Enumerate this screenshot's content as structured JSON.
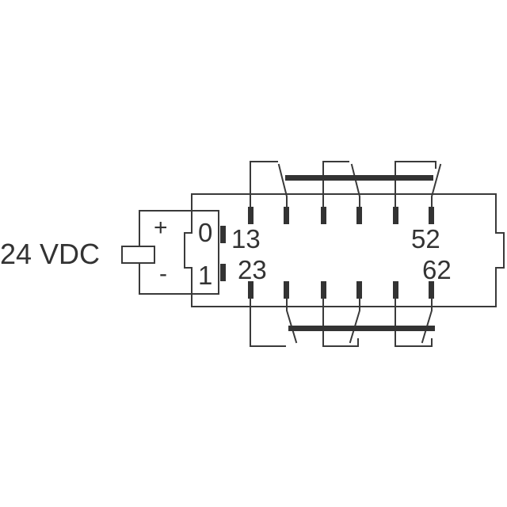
{
  "diagram": {
    "supply_label": "24 VDC",
    "polarity": {
      "plus": "+",
      "minus": "-"
    },
    "positions": {
      "off": "0",
      "on": "1"
    },
    "terminals": {
      "t13": "13",
      "t23": "23",
      "t52": "52",
      "t62": "62"
    }
  },
  "colors": {
    "line": "#3a3a3a",
    "fill": "#333333",
    "background": "#ffffff"
  }
}
